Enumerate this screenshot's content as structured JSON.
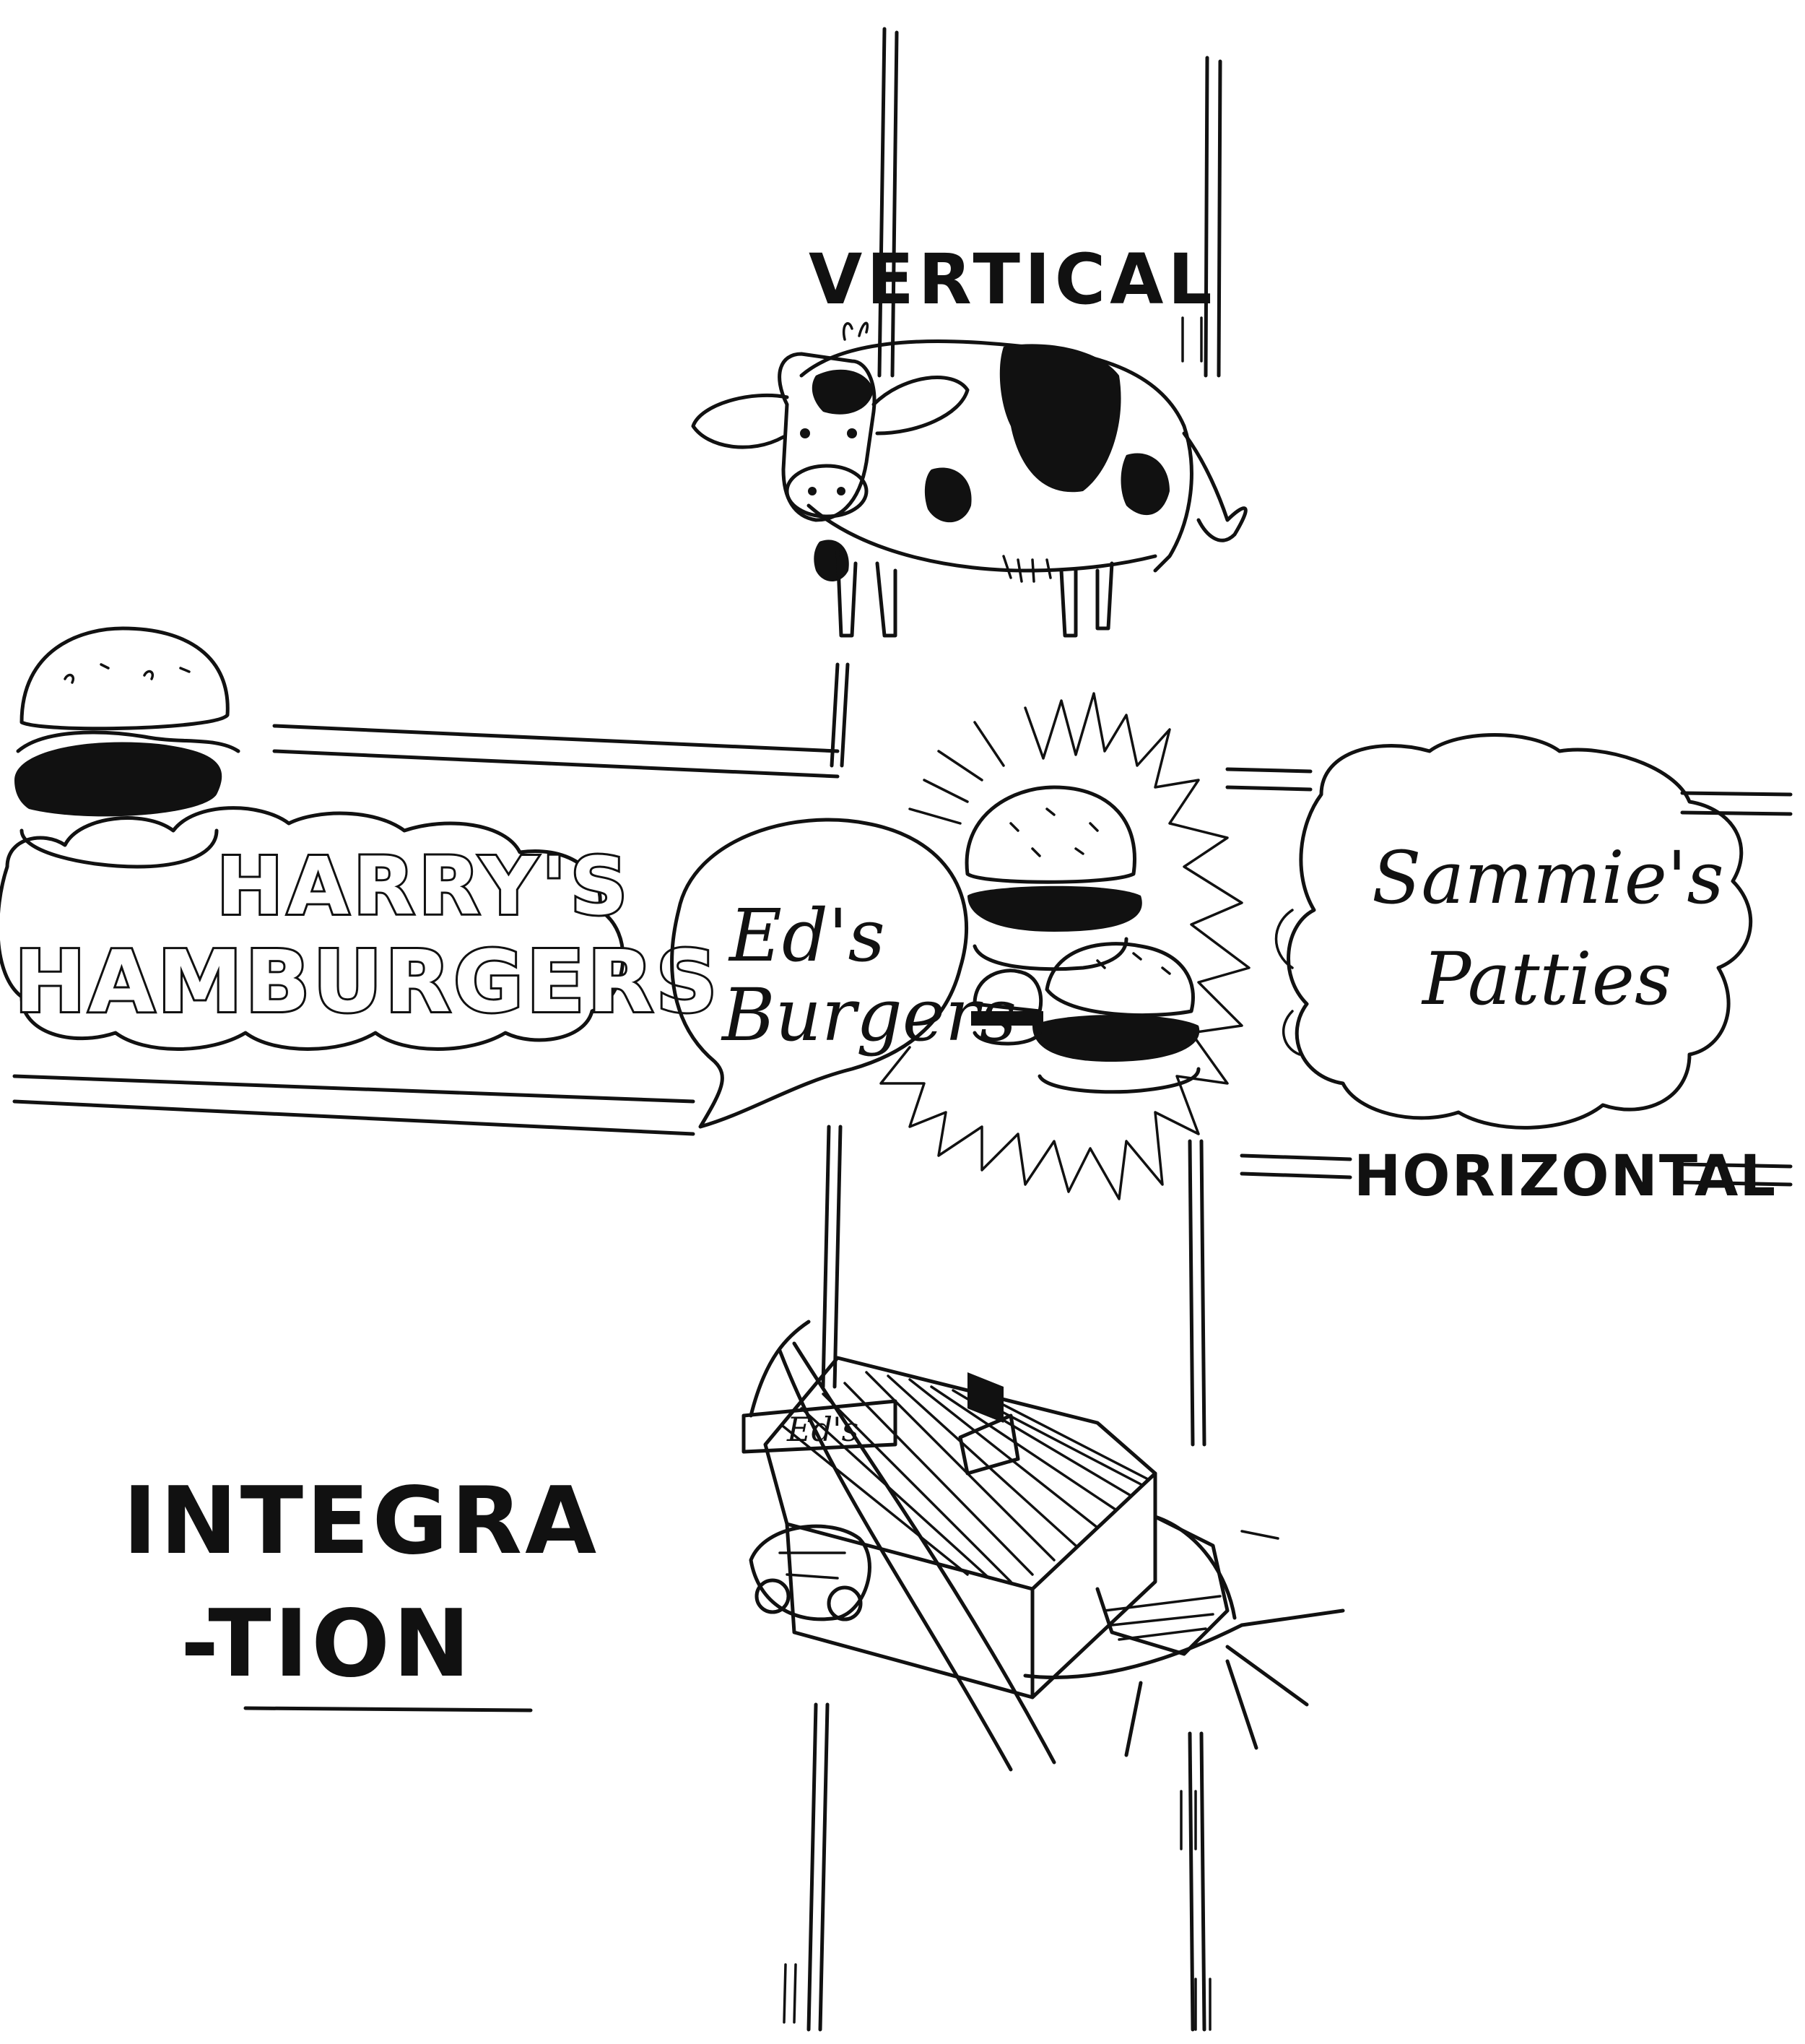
{
  "labels": {
    "vertical": "VERTICAL",
    "horizontal": "HORIZONTAL",
    "integration_line1": "INTEGRA",
    "integration_line2": "-TION"
  },
  "businesses": {
    "left": {
      "line1": "HARRY'S",
      "line2": "HAMBURGERS"
    },
    "center": {
      "line1": "Ed's",
      "line2": "Burgers"
    },
    "right": {
      "line1": "Sammie's",
      "line2": "Patties"
    }
  },
  "truck": {
    "sign": "Ed's"
  },
  "colors": {
    "ink": "#111111",
    "paper": "#ffffff"
  },
  "icons": [
    "cow-icon",
    "hamburger-icon",
    "delivery-truck-icon"
  ]
}
